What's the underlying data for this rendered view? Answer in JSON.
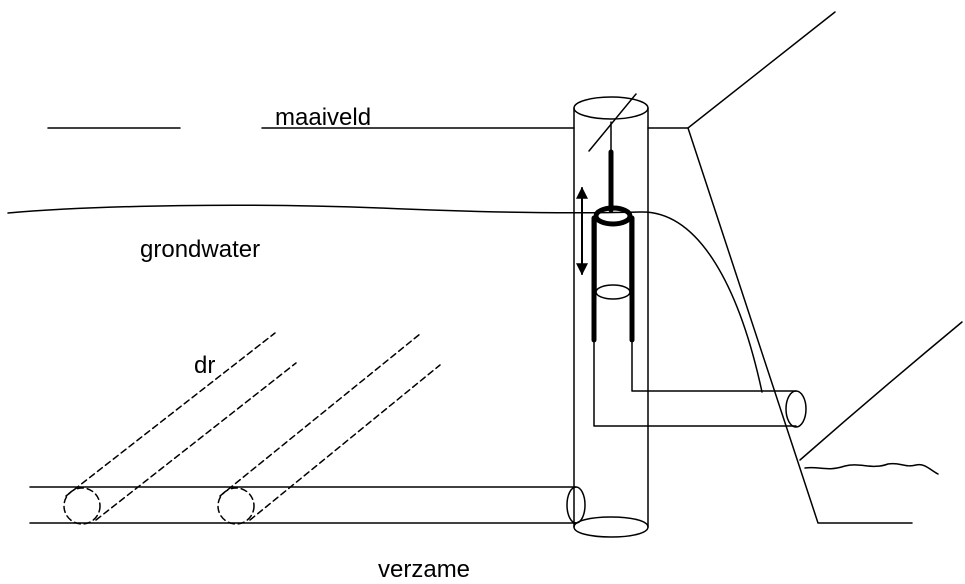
{
  "labels": {
    "maaiveld": "maaiveld",
    "grondwater": "grondwater",
    "drain": "dr",
    "collector": "verzame"
  },
  "colors": {
    "stroke": "#000000",
    "background": "#ffffff"
  },
  "icons": {
    "level_adjust": "double-arrow-vertical-icon"
  }
}
